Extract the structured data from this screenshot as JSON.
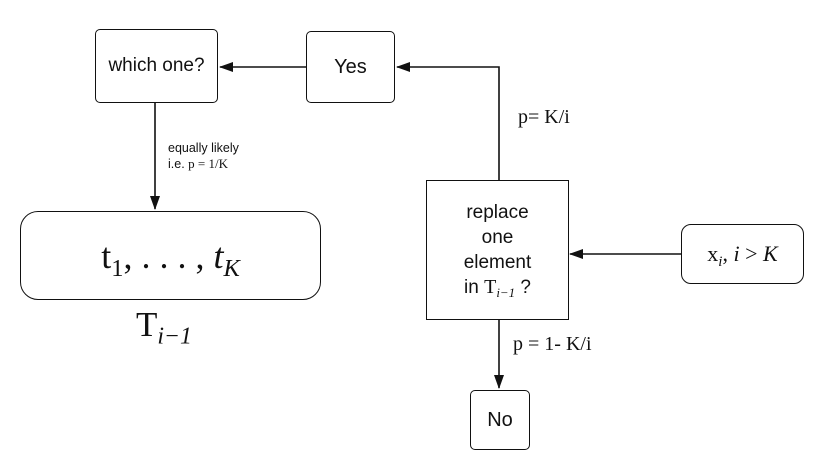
{
  "nodes": {
    "which_one": "which one?",
    "yes": "Yes",
    "set": {
      "text": "t",
      "sub1": "1",
      "sep": ", . . . , ",
      "tk": "t",
      "subk": "K"
    },
    "set_label": {
      "text": "T",
      "sub": "i−1"
    },
    "replace": {
      "line1": "replace",
      "line2": "one",
      "line3": "element",
      "line4_prefix": "in ",
      "line4_t": "T",
      "line4_sub": "i−1",
      "line4_suffix": " ?"
    },
    "input": {
      "x": "x",
      "sub": "i",
      "sep": ", ",
      "cond_i": "i",
      "cond_rest": " > ",
      "cond_k": "K"
    },
    "no": "No"
  },
  "labels": {
    "equally_likely": "equally likely",
    "ie_prefix": "i.e. ",
    "ie_formula": "p = 1/K",
    "p_yes": "p= K/i",
    "p_no": "p = 1- K/i"
  }
}
